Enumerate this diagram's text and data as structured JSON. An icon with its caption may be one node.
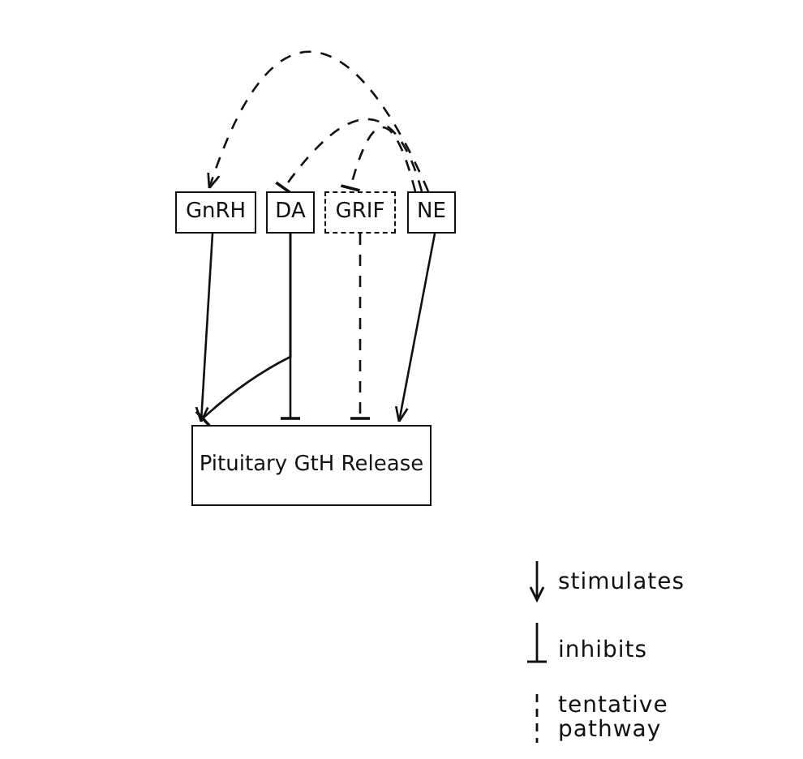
{
  "diagram": {
    "nodes": [
      {
        "text": [
          "GnRH"
        ]
      },
      {
        "text": [
          "DA"
        ]
      },
      {
        "text": [
          "GRIF"
        ]
      },
      {
        "text": [
          "NE"
        ]
      },
      {
        "text": [
          "Pituitary GtH Release"
        ]
      }
    ],
    "edges": [
      {
        "from": 0,
        "to": 4,
        "arrow": "to"
      },
      {
        "from": 1,
        "to": 4,
        "arrow": "other"
      },
      {
        "from": 1,
        "to": 4,
        "arrow": "other"
      },
      {
        "from": 2,
        "to": 4,
        "arrow": "other",
        "style": "dashed"
      },
      {
        "from": 3,
        "to": 4,
        "arrow": "to"
      },
      {
        "from": 3,
        "to": 0,
        "arrow": "to",
        "style": "dashed"
      },
      {
        "from": 3,
        "to": 1,
        "arrow": "other",
        "style": "dashed"
      },
      {
        "from": 3,
        "to": 2,
        "arrow": "other",
        "style": "dashed"
      }
    ],
    "legend": [
      {
        "text": "stimulates"
      },
      {
        "text": "inhibits"
      },
      {
        "text": "tentative pathway"
      }
    ]
  }
}
